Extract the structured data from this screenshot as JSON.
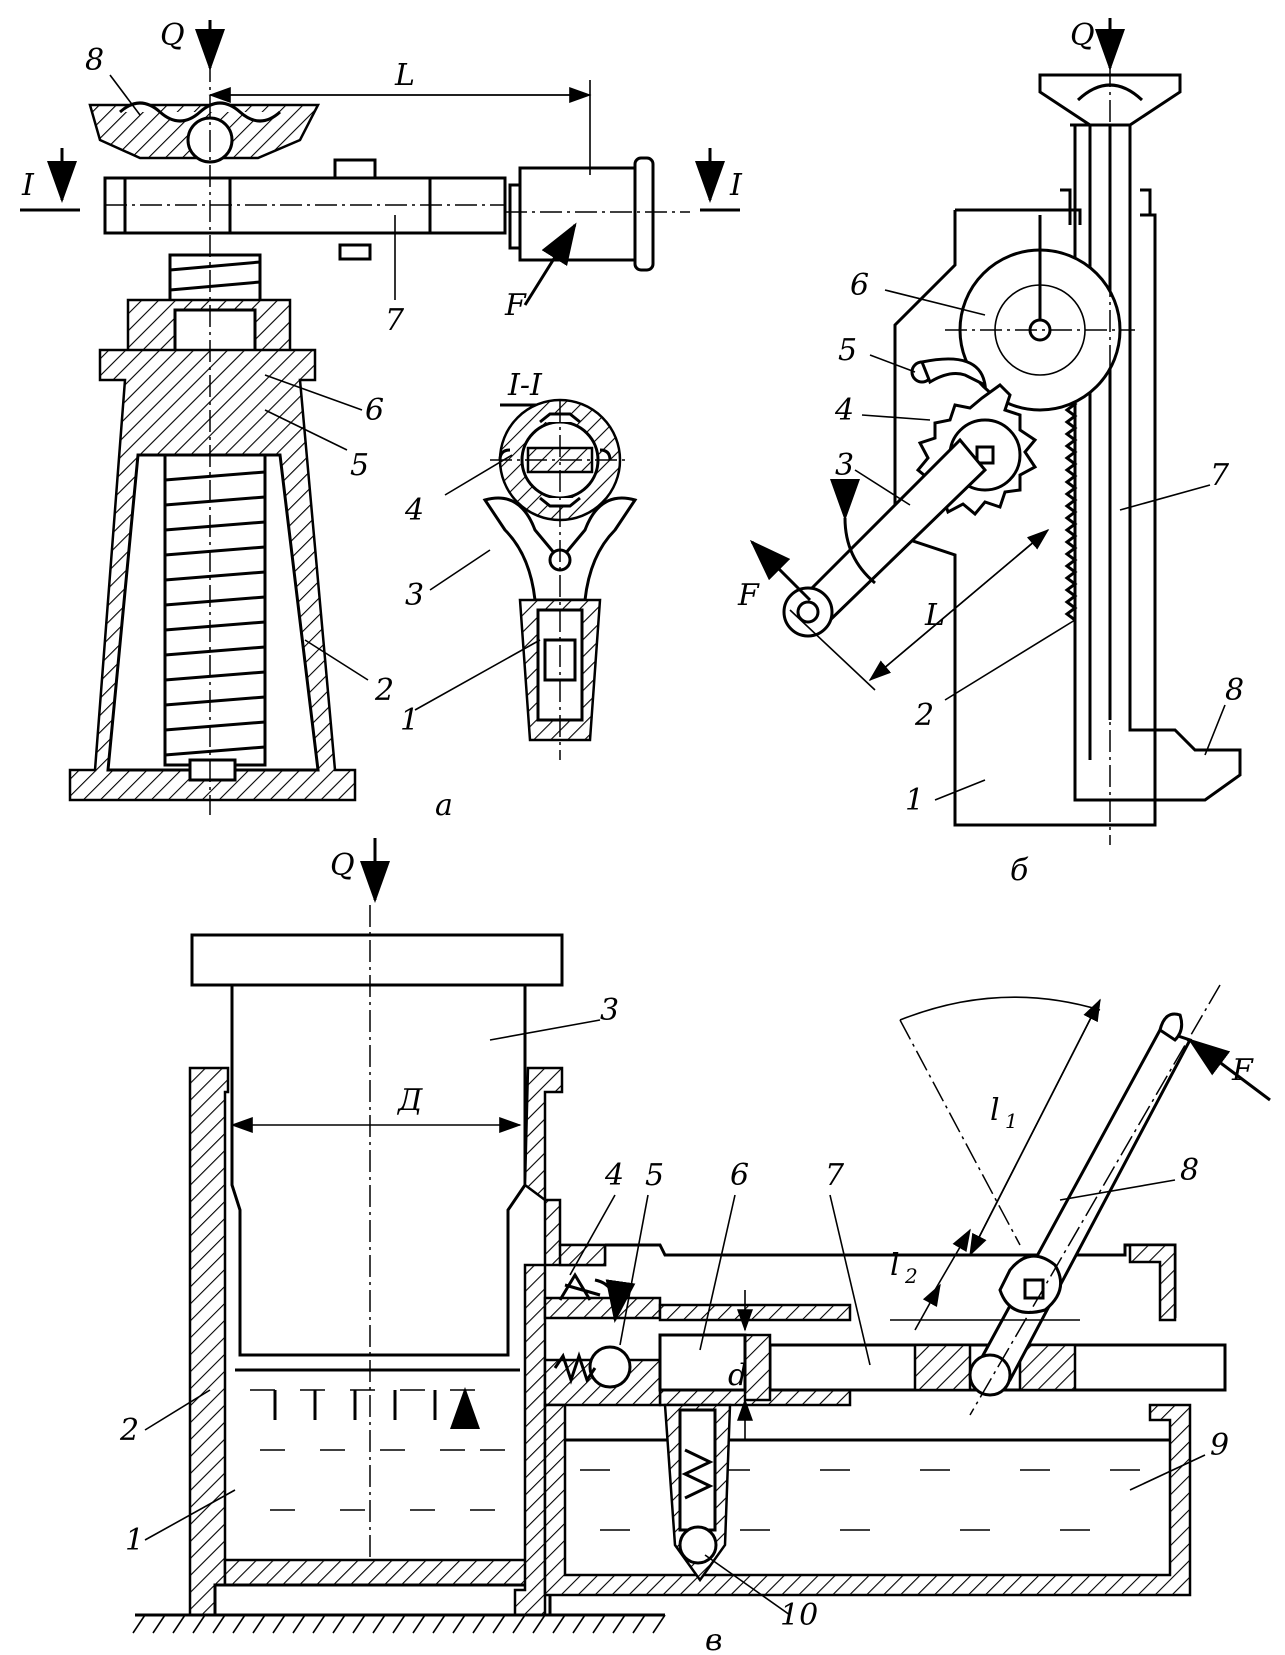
{
  "figures": {
    "a": {
      "caption": "а",
      "section_title": "I-I",
      "labels": {
        "load": "Q",
        "length": "L",
        "force": "F",
        "section_left": "I",
        "section_right": "I",
        "n8": "8",
        "n7": "7",
        "n6": "6",
        "n5": "5",
        "n2": "2",
        "n4": "4",
        "n3": "3",
        "n1": "1"
      }
    },
    "b": {
      "caption": "б",
      "labels": {
        "load": "Q",
        "length": "L",
        "force": "F",
        "n6": "6",
        "n5": "5",
        "n4": "4",
        "n3": "3",
        "n7": "7",
        "n2": "2",
        "n8": "8",
        "n1": "1"
      }
    },
    "c": {
      "caption": "в",
      "labels": {
        "load": "Q",
        "diameter": "Д",
        "small_diameter": "d",
        "force": "F",
        "l1": "l",
        "l1_sub": "1",
        "l2": "l",
        "l2_sub": "2",
        "n3": "3",
        "n4": "4",
        "n5": "5",
        "n6": "6",
        "n7": "7",
        "n8": "8",
        "n2": "2",
        "n1": "1",
        "n9": "9",
        "n10": "10"
      }
    }
  },
  "colors": {
    "ink": "#000000",
    "paper": "#ffffff"
  }
}
